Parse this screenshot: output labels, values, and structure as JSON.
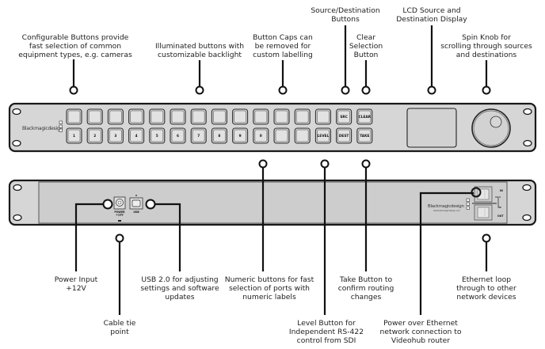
{
  "brand": {
    "logo_text": "Blackmagicdesign",
    "website_text": "www.blackmagicdesign.com"
  },
  "front_panel": {
    "top_row_buttons": [
      "",
      "",
      "",
      "",
      "",
      "",
      "",
      "",
      "",
      "",
      "",
      "",
      ""
    ],
    "bottom_row_buttons": [
      "1",
      "2",
      "3",
      "4",
      "5",
      "6",
      "7",
      "8",
      "9",
      "0",
      "",
      ""
    ],
    "level_button": "LEVEL",
    "src_button": "SRC",
    "dest_button": "DEST",
    "clear_button": "CLEAR",
    "take_button": "TAKE"
  },
  "rear_panel": {
    "power_label": "POWER\n+12V",
    "usb_label": "USB",
    "ethernet_in_label": "IN",
    "ethernet_out_label": "OUT"
  },
  "callouts": {
    "configurable_buttons": "Configurable Buttons provide\nfast selection of common\nequipment types, e.g. cameras",
    "illuminated_buttons": "Illuminated buttons with\ncustomizable backlight",
    "button_caps": "Button Caps can\nbe removed for\ncustom labelling",
    "source_destination": "Source/Destination\nButtons",
    "clear_selection": "Clear\nSelection\nButton",
    "lcd_display": "LCD Source and\nDestination Display",
    "spin_knob": "Spin Knob for\nscrolling through sources\nand destinations",
    "power_input": "Power Input\n+12V",
    "cable_tie": "Cable tie\npoint",
    "usb": "USB 2.0 for adjusting\nsettings and software\nupdates",
    "numeric_buttons": "Numeric buttons for fast\nselection of ports with\nnumeric labels",
    "level_button": "Level Button for\nIndependent RS-422\ncontrol from SDI",
    "take_button": "Take Button to\nconfirm routing\nchanges",
    "poe": "Power over Ethernet\nnetwork connection to\nVideohub router",
    "ethernet_loop": "Ethernet loop\nthrough to other\nnetwork devices"
  }
}
